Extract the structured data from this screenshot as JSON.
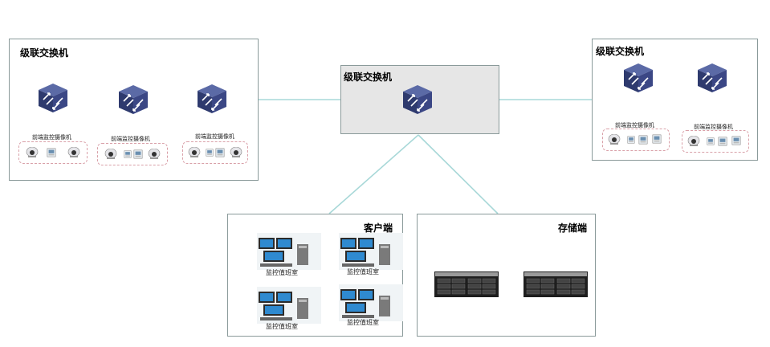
{
  "colors": {
    "link": "#a8d8d8",
    "switch_top": "#5b6aa6",
    "switch_side": "#2e3a6e",
    "box_border": "#8a9a9a",
    "core_bg": "#e6e6e6",
    "group_border": "#d9a0a8"
  },
  "core": {
    "title": "级联交换机"
  },
  "left_group": {
    "title": "级联交换机",
    "cameras": [
      {
        "label": "前端监控摄像机"
      },
      {
        "label": "前端监控摄像机"
      },
      {
        "label": "前端监控摄像机"
      }
    ]
  },
  "right_group": {
    "title": "级联交换机",
    "cameras": [
      {
        "label": "前端监控摄像机"
      },
      {
        "label": "前端监控摄像机"
      }
    ]
  },
  "client": {
    "title": "客户端",
    "stations": [
      {
        "label": "监控值班室"
      },
      {
        "label": "监控值班室"
      },
      {
        "label": "监控值班室"
      },
      {
        "label": "监控值班室"
      }
    ]
  },
  "storage": {
    "title": "存储端"
  }
}
